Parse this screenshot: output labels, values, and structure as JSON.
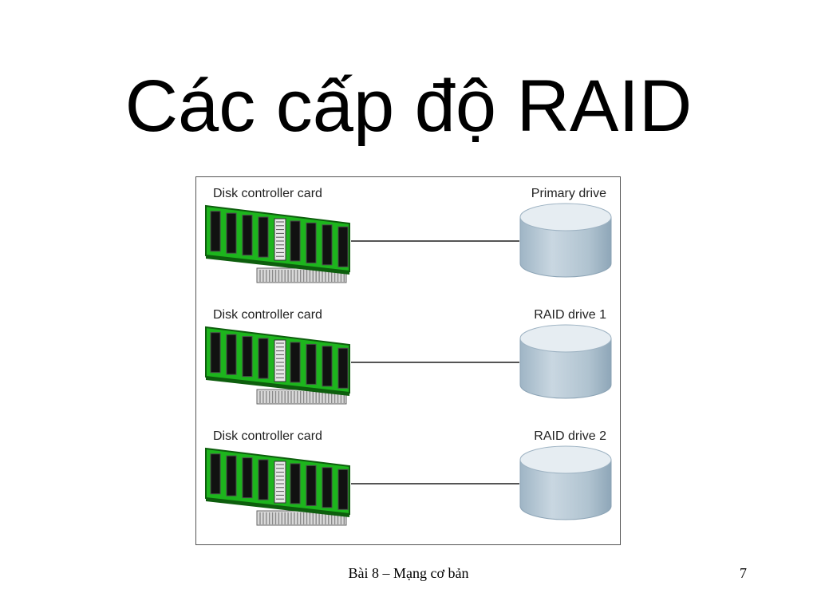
{
  "slide": {
    "title": "Các cấp độ RAID",
    "footer": "Bài 8 – Mạng cơ bản",
    "page_number": "7"
  },
  "diagram": {
    "rows": [
      {
        "controller_label": "Disk controller card",
        "drive_label": "Primary drive"
      },
      {
        "controller_label": "Disk controller card",
        "drive_label": "RAID drive 1"
      },
      {
        "controller_label": "Disk controller card",
        "drive_label": "RAID drive 2"
      }
    ],
    "colors": {
      "card_green": "#1db51d",
      "card_dark": "#0d5e0d",
      "chip": "#111111",
      "pin_gold": "#8a8a8a",
      "drive_top": "#e6edf2",
      "drive_side": "#b4c6d3",
      "cable": "#555555"
    }
  }
}
